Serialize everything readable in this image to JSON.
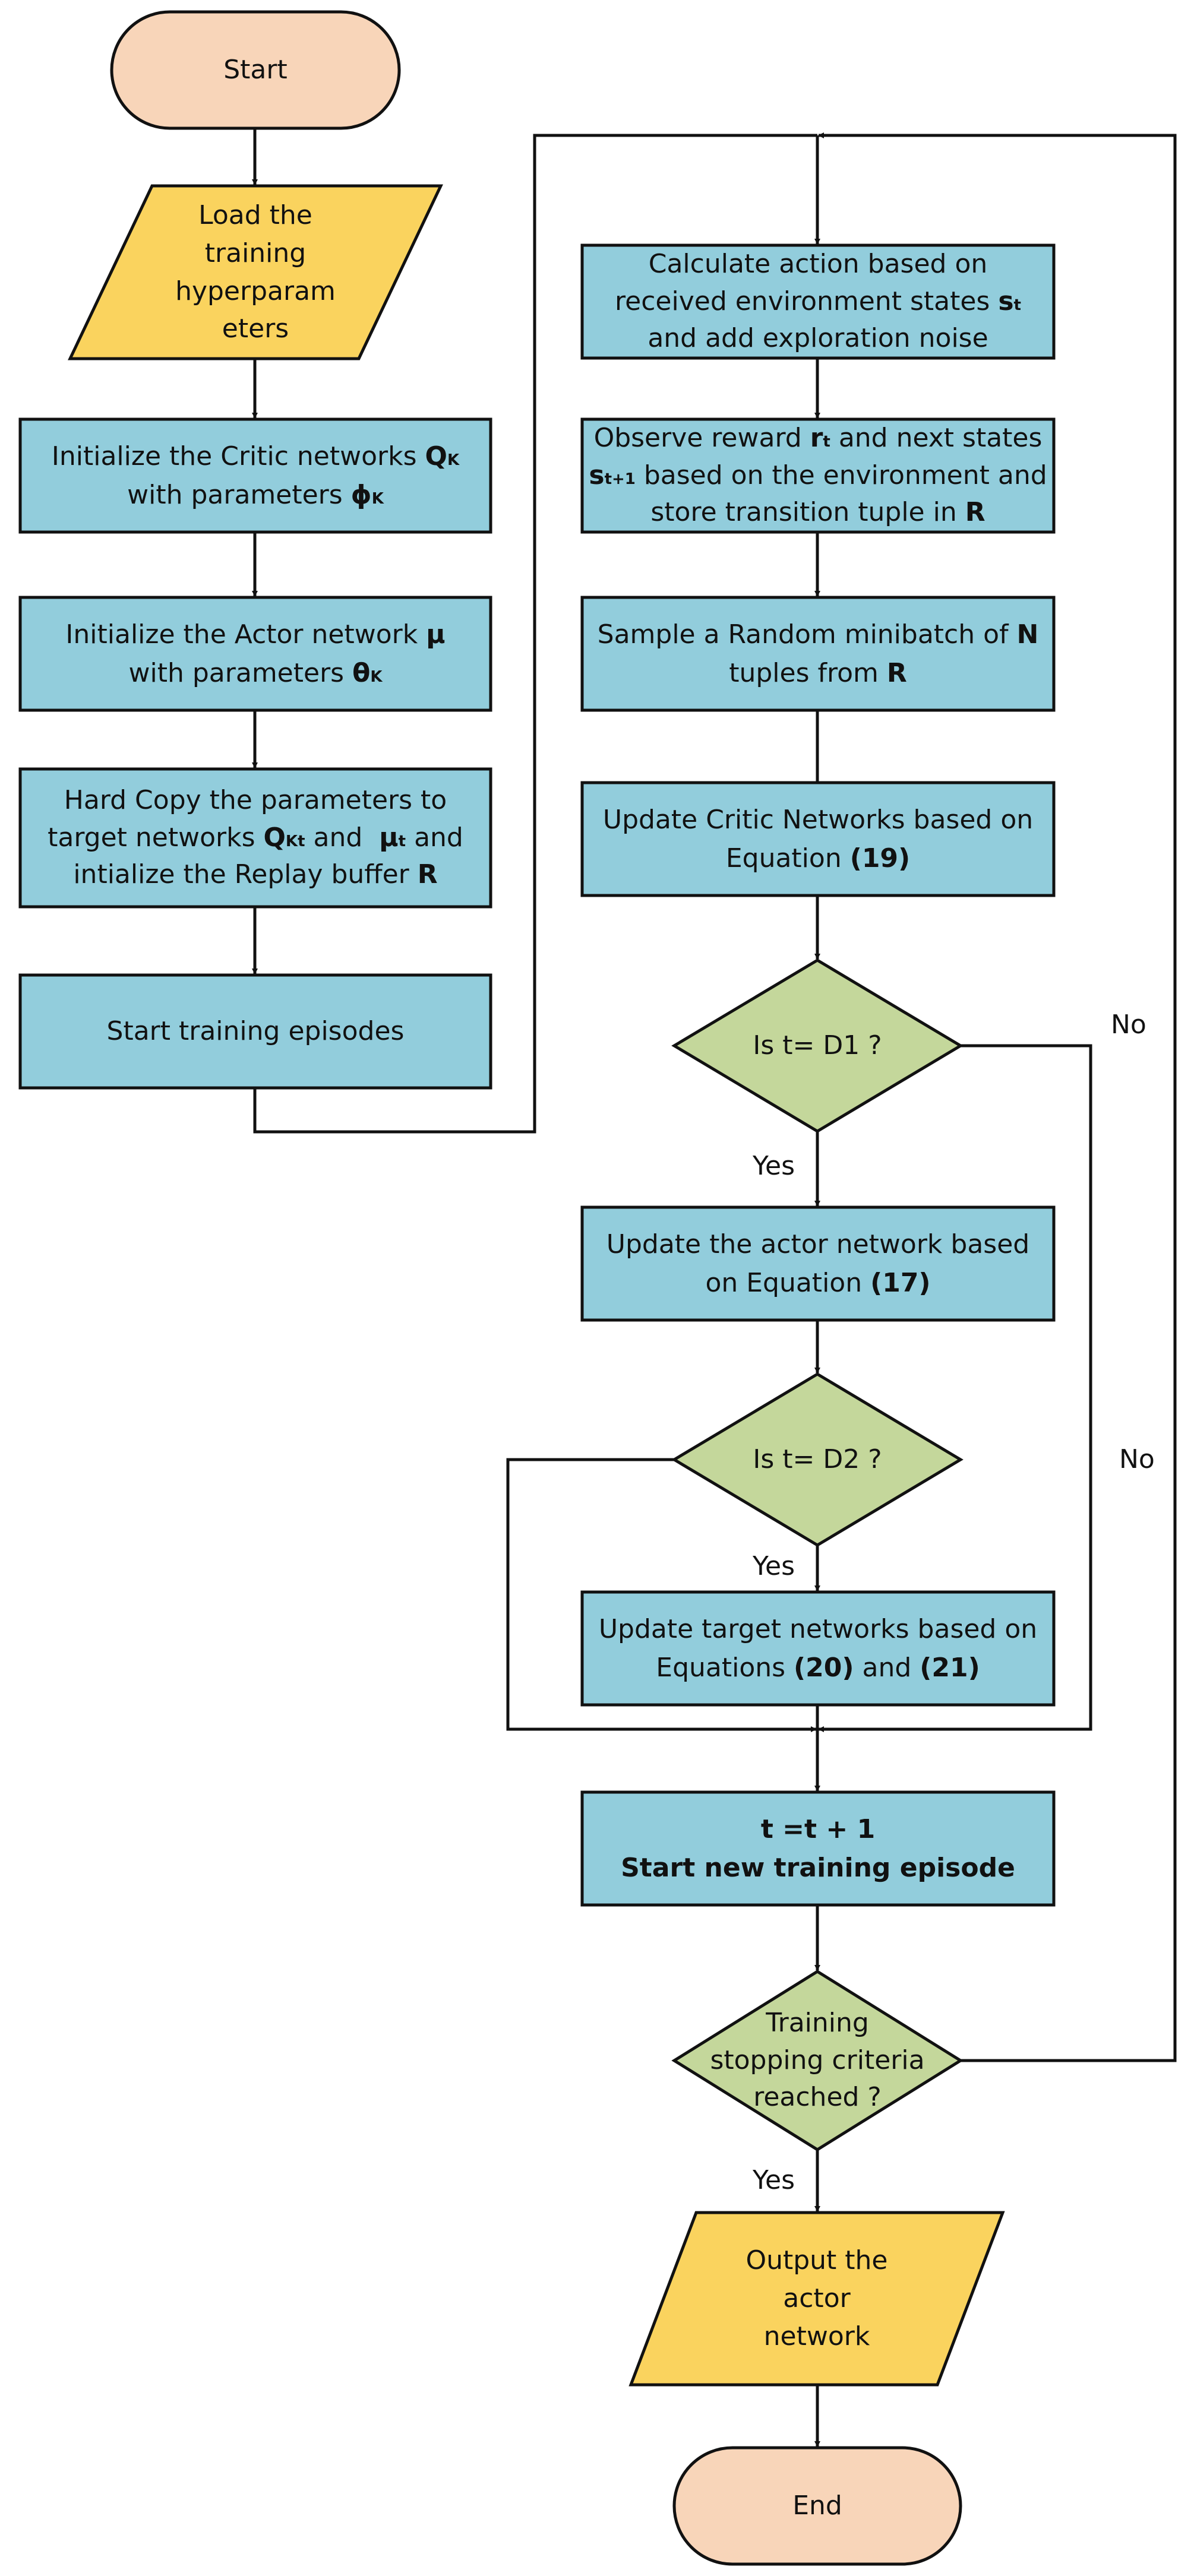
{
  "nodes": {
    "start": {
      "text": "Start"
    },
    "load": {
      "lines": [
        "Load the",
        "training",
        "hyperparam",
        "eters"
      ]
    },
    "init_critic": {
      "line1": {
        "text": "Initialize the Critic networks ",
        "sym": "Q",
        "sub": "K"
      },
      "line2": {
        "text": "with parameters ",
        "sym": "ϕ",
        "sub": "K"
      }
    },
    "init_actor": {
      "line1": {
        "text": "Initialize the Actor network ",
        "sym": "μ"
      },
      "line2": {
        "text": "with parameters ",
        "sym": "θ",
        "sub": "K"
      }
    },
    "hard_copy": {
      "line1": "Hard Copy the parameters to",
      "line2": {
        "text": "target networks ",
        "sym1": "Q",
        "sub1": "Kt",
        "mid": " and  ",
        "sym2": "μ",
        "sub2": "t",
        "end": " and"
      },
      "line3": {
        "text": "intialize the Replay buffer ",
        "bold": "R"
      }
    },
    "start_episodes": {
      "text": "Start training episodes"
    },
    "calc_action": {
      "line1": "Calculate action based on",
      "line2": {
        "text": "received environment states ",
        "sym": "s",
        "sub": "t"
      },
      "line3": "and add exploration noise"
    },
    "observe": {
      "line1": {
        "text": "Observe reward ",
        "sym": "r",
        "sub": "t",
        "end": " and next states"
      },
      "line2": {
        "sym": "s",
        "sub": "t+1",
        "text": " based on the environment and"
      },
      "line3": {
        "text": "store transition tuple in ",
        "bold": "R"
      }
    },
    "sample": {
      "line1": {
        "text": "Sample a Random minibatch of ",
        "bold": "N"
      },
      "line2": {
        "text": "tuples from ",
        "bold": "R"
      }
    },
    "update_critic": {
      "line1": "Update Critic Networks based on",
      "line2": {
        "text": "Equation ",
        "bold": "(19)"
      }
    },
    "is_d1": {
      "text": "Is t= D1 ?"
    },
    "update_actor": {
      "line1": "Update the actor network based",
      "line2": {
        "text": "on Equation ",
        "bold": "(17)"
      }
    },
    "is_d2": {
      "text": "Is t= D2 ?"
    },
    "update_target": {
      "line1": "Update target networks based on",
      "line2": {
        "text": "Equations ",
        "bold1": "(20)",
        "mid": " and ",
        "bold2": "(21)"
      }
    },
    "new_episode": {
      "line1": "t =t + 1",
      "line2": "Start new training episode"
    },
    "stop_check": {
      "lines": [
        "Training",
        "stopping criteria",
        "reached ?"
      ]
    },
    "output": {
      "lines": [
        "Output the",
        "actor",
        "network"
      ]
    },
    "end": {
      "text": "End"
    }
  },
  "edge_labels": {
    "d1_yes": "Yes",
    "d1_no": "No",
    "d2_yes": "Yes",
    "d2_no": "No",
    "stop_yes": "Yes"
  },
  "colors": {
    "terminal_fill": "#F8D5B9",
    "io_fill": "#FAD35E",
    "process_fill": "#92CDDC",
    "decision_fill": "#C4D79B",
    "stroke": "#111111"
  }
}
